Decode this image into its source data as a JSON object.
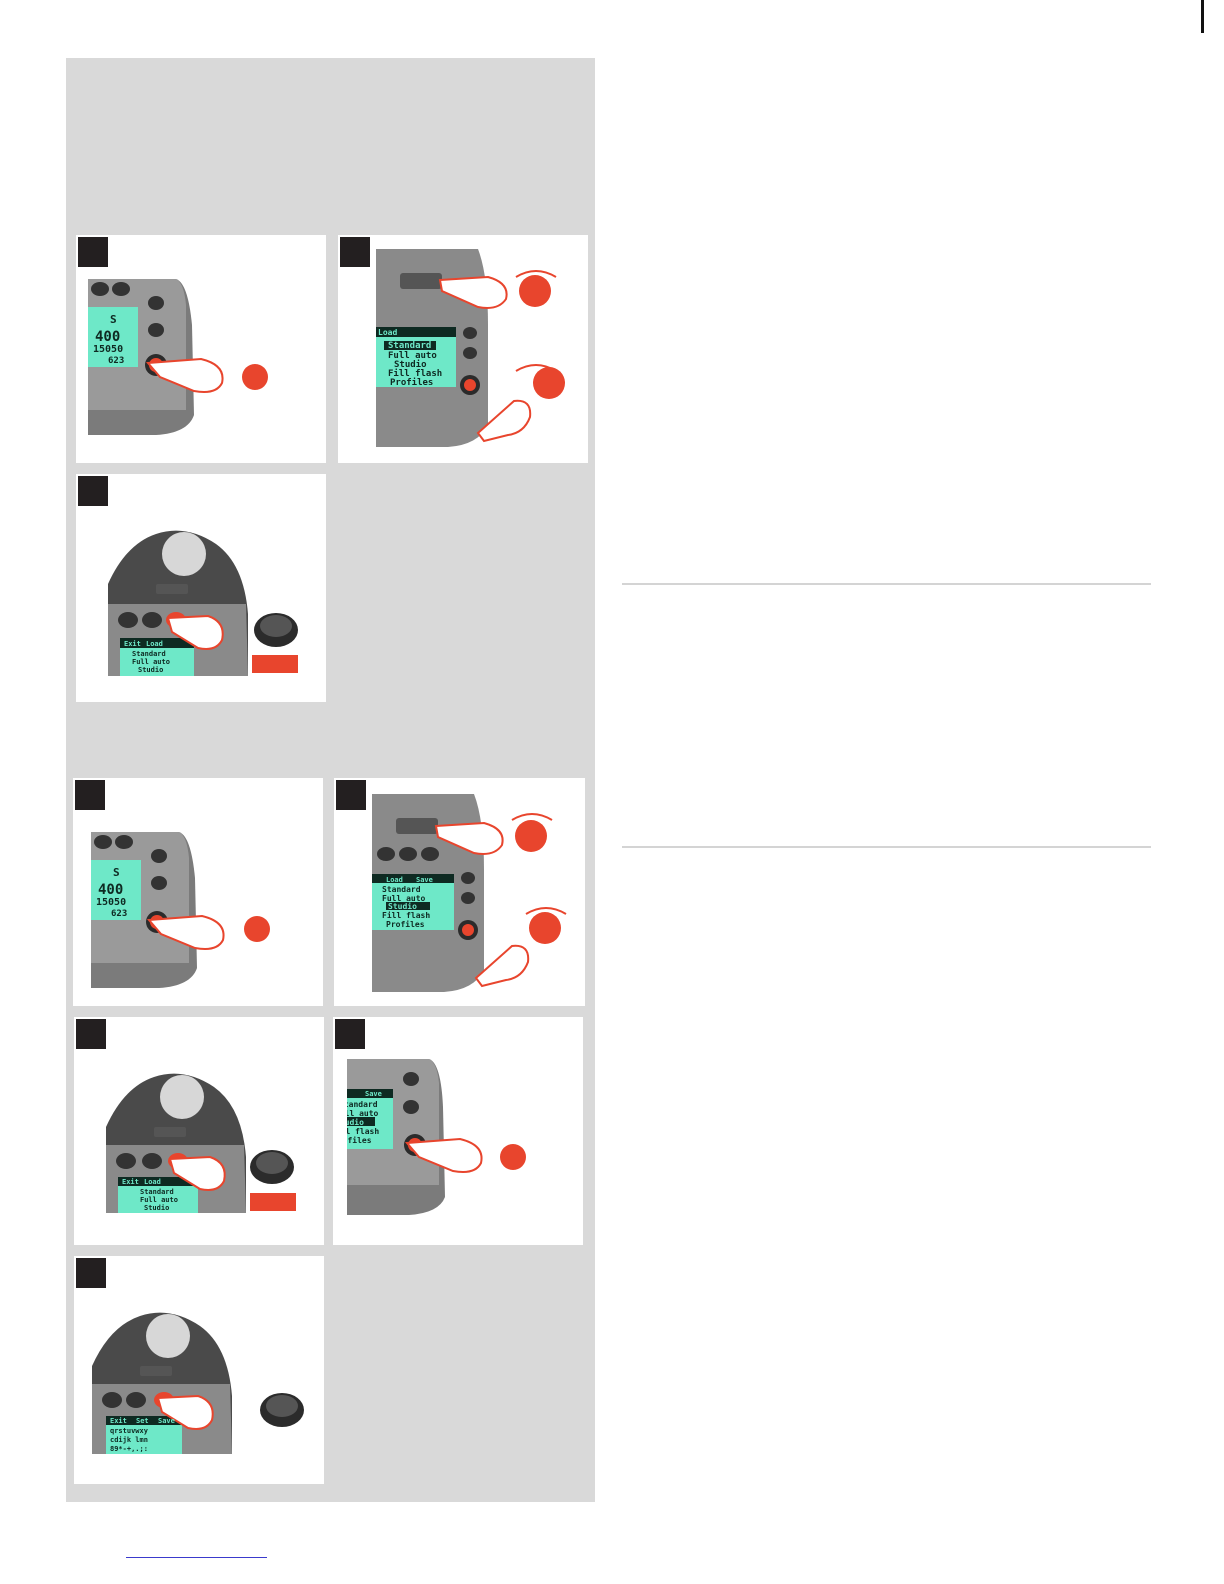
{
  "page": {
    "background": "#ffffff",
    "panel_color": "#d9d9d9",
    "accent": "#e8452d",
    "lcd_color": "#6ee8c8"
  },
  "lcd": {
    "main_s": "S",
    "iso": "400",
    "exposure": "15050",
    "frames": "623",
    "menu_header": [
      "Exit",
      "Load",
      "Save"
    ],
    "menu_items": [
      "Standard",
      "Full auto",
      "Studio",
      "Fill flash",
      "Profiles"
    ],
    "edit_header": [
      "Exit",
      "Set",
      "Save"
    ],
    "charset_rows": [
      "qrstuvwxy",
      "cdijk lmn",
      "89*-+,.;:"
    ]
  }
}
